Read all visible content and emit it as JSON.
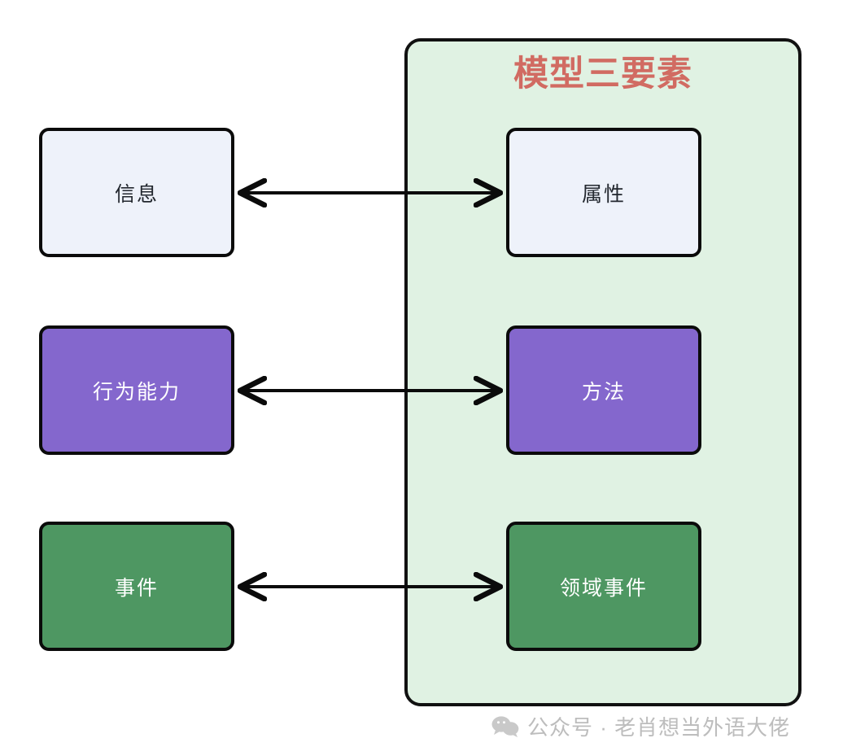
{
  "diagram": {
    "title": "模型三要素",
    "title_color": "#d16b62",
    "panel_color": "#e0f2e3",
    "left_column": [
      {
        "label": "信息",
        "fill": "#eef2fa",
        "text_color": "#22272e"
      },
      {
        "label": "行为能力",
        "fill": "#8467cd",
        "text_color": "#ffffff"
      },
      {
        "label": "事件",
        "fill": "#4e9762",
        "text_color": "#ffffff"
      }
    ],
    "right_column": [
      {
        "label": "属性",
        "fill": "#eef2fa",
        "text_color": "#22272e"
      },
      {
        "label": "方法",
        "fill": "#8467cd",
        "text_color": "#ffffff"
      },
      {
        "label": "领域事件",
        "fill": "#4e9762",
        "text_color": "#ffffff"
      }
    ],
    "connectors": [
      {
        "from": "信息",
        "to": "属性",
        "style": "double-arrow"
      },
      {
        "from": "行为能力",
        "to": "方法",
        "style": "double-arrow"
      },
      {
        "from": "事件",
        "to": "领域事件",
        "style": "double-arrow"
      }
    ]
  },
  "watermark": {
    "icon": "wechat-icon",
    "text": "公众号 · 老肖想当外语大佬"
  }
}
